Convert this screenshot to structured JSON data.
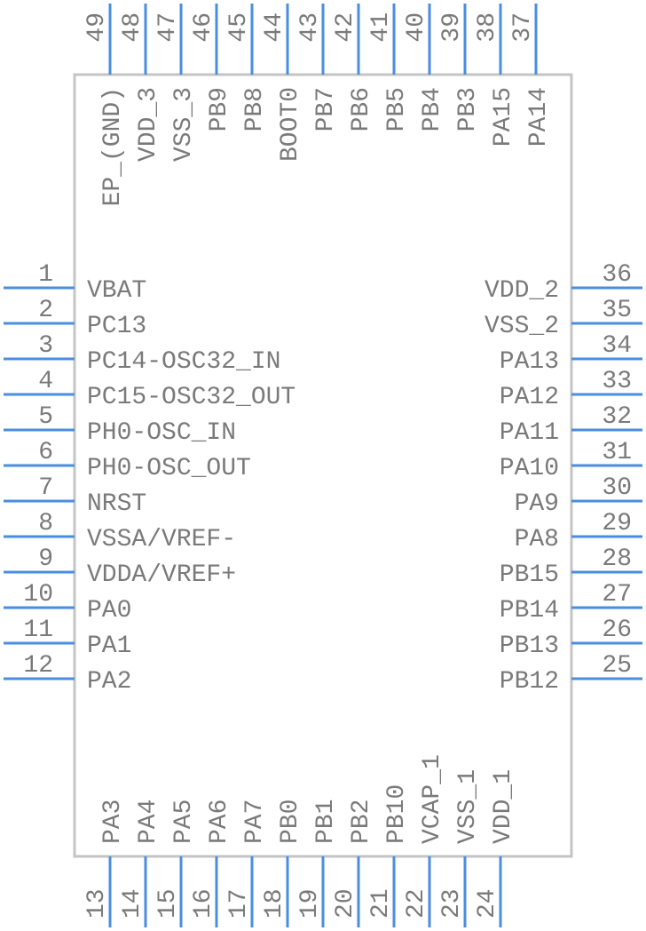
{
  "component": {
    "pins_left": [
      {
        "num": "1",
        "name": "VBAT"
      },
      {
        "num": "2",
        "name": "PC13"
      },
      {
        "num": "3",
        "name": "PC14-OSC32_IN"
      },
      {
        "num": "4",
        "name": "PC15-OSC32_OUT"
      },
      {
        "num": "5",
        "name": "PH0-OSC_IN"
      },
      {
        "num": "6",
        "name": "PH0-OSC_OUT"
      },
      {
        "num": "7",
        "name": "NRST"
      },
      {
        "num": "8",
        "name": "VSSA/VREF-"
      },
      {
        "num": "9",
        "name": "VDDA/VREF+"
      },
      {
        "num": "10",
        "name": "PA0"
      },
      {
        "num": "11",
        "name": "PA1"
      },
      {
        "num": "12",
        "name": "PA2"
      }
    ],
    "pins_bottom": [
      {
        "num": "13",
        "name": "PA3"
      },
      {
        "num": "14",
        "name": "PA4"
      },
      {
        "num": "15",
        "name": "PA5"
      },
      {
        "num": "16",
        "name": "PA6"
      },
      {
        "num": "17",
        "name": "PA7"
      },
      {
        "num": "18",
        "name": "PB0"
      },
      {
        "num": "19",
        "name": "PB1"
      },
      {
        "num": "20",
        "name": "PB2"
      },
      {
        "num": "21",
        "name": "PB10"
      },
      {
        "num": "22",
        "name": "VCAP_1"
      },
      {
        "num": "23",
        "name": "VSS_1"
      },
      {
        "num": "24",
        "name": "VDD_1"
      }
    ],
    "pins_right": [
      {
        "num": "25",
        "name": "PB12"
      },
      {
        "num": "26",
        "name": "PB13"
      },
      {
        "num": "27",
        "name": "PB14"
      },
      {
        "num": "28",
        "name": "PB15"
      },
      {
        "num": "29",
        "name": "PA8"
      },
      {
        "num": "30",
        "name": "PA9"
      },
      {
        "num": "31",
        "name": "PA10"
      },
      {
        "num": "32",
        "name": "PA11"
      },
      {
        "num": "33",
        "name": "PA12"
      },
      {
        "num": "34",
        "name": "PA13"
      },
      {
        "num": "35",
        "name": "VSS_2"
      },
      {
        "num": "36",
        "name": "VDD_2"
      }
    ],
    "pins_top": [
      {
        "num": "37",
        "name": "PA14"
      },
      {
        "num": "38",
        "name": "PA15"
      },
      {
        "num": "39",
        "name": "PB3"
      },
      {
        "num": "40",
        "name": "PB4"
      },
      {
        "num": "41",
        "name": "PB5"
      },
      {
        "num": "42",
        "name": "PB6"
      },
      {
        "num": "43",
        "name": "PB7"
      },
      {
        "num": "44",
        "name": "BOOT0"
      },
      {
        "num": "45",
        "name": "PB8"
      },
      {
        "num": "46",
        "name": "PB9"
      },
      {
        "num": "47",
        "name": "VSS_3"
      },
      {
        "num": "48",
        "name": "VDD_3"
      },
      {
        "num": "49",
        "name": "EP_(GND)"
      }
    ]
  },
  "colors": {
    "pin": "#4a8ee0",
    "body_outline": "#c4c4c4",
    "text": "#7a7a7a"
  }
}
